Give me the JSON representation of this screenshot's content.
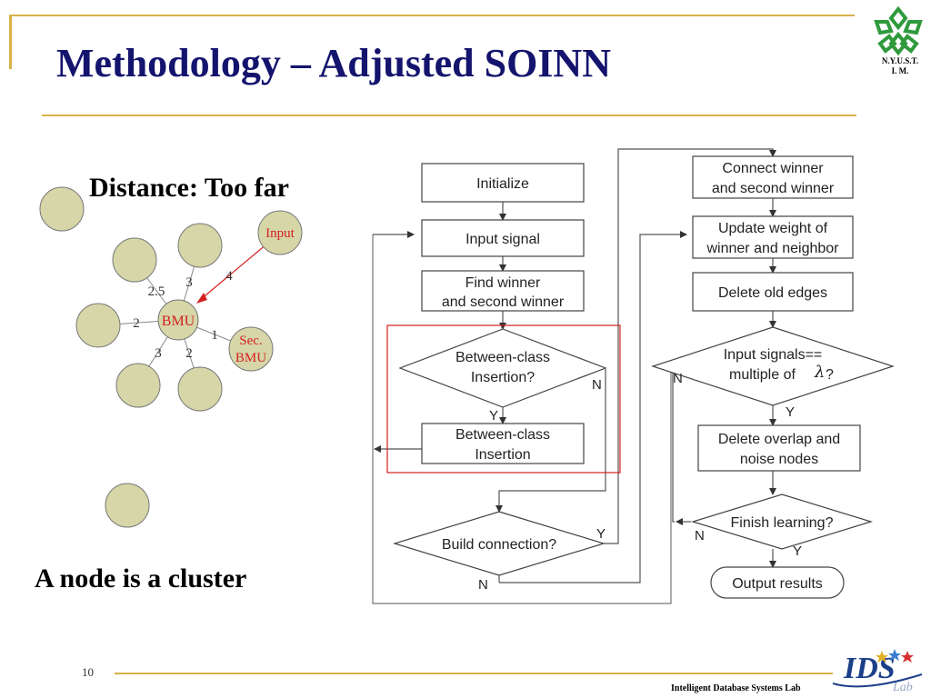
{
  "slide": {
    "title": "Methodology – Adjusted SOINN",
    "page_number": "10",
    "footer_lab": "Intelligent Database Systems Lab"
  },
  "logo": {
    "line1": "N.Y.U.S.T.",
    "line2": "I. M."
  },
  "ids_logo": {
    "text": "IDS",
    "subtext": "Lab"
  },
  "left_panel": {
    "distance_label": "Distance: Too far",
    "cluster_label": "A node is a cluster",
    "node_labels": {
      "bmu": "BMU",
      "input": "Input",
      "sec_bmu_1": "Sec.",
      "sec_bmu_2": "BMU"
    },
    "edge_labels": [
      "2.5",
      "3",
      "4",
      "2",
      "1",
      "3",
      "2"
    ]
  },
  "flowchart": {
    "initialize": "Initialize",
    "input_signal": "Input signal",
    "find_winner_1": "Find winner",
    "find_winner_2": "and second winner",
    "between_class_q_1": "Between-class",
    "between_class_q_2": "Insertion?",
    "between_class_box_1": "Between-class",
    "between_class_box_2": "Insertion",
    "build_connection": "Build connection?",
    "connect_winner_1": "Connect winner",
    "connect_winner_2": "and second winner",
    "update_weight_1": "Update weight of",
    "update_weight_2": "winner and neighbor",
    "delete_old_edges": "Delete old edges",
    "input_multiple_1": "Input signals==",
    "input_multiple_2": "multiple of",
    "lambda": "λ",
    "qmark": "?",
    "delete_overlap_1": "Delete overlap and",
    "delete_overlap_2": "noise nodes",
    "finish_learning": "Finish learning?",
    "output_results": "Output results",
    "yes": "Y",
    "no": "N"
  },
  "colors": {
    "title": "#14146e",
    "node_fill": "#d6d6a8",
    "accent_red": "#d42020",
    "rule": "#d7b24a",
    "logo_green": "#2f9a3c"
  }
}
